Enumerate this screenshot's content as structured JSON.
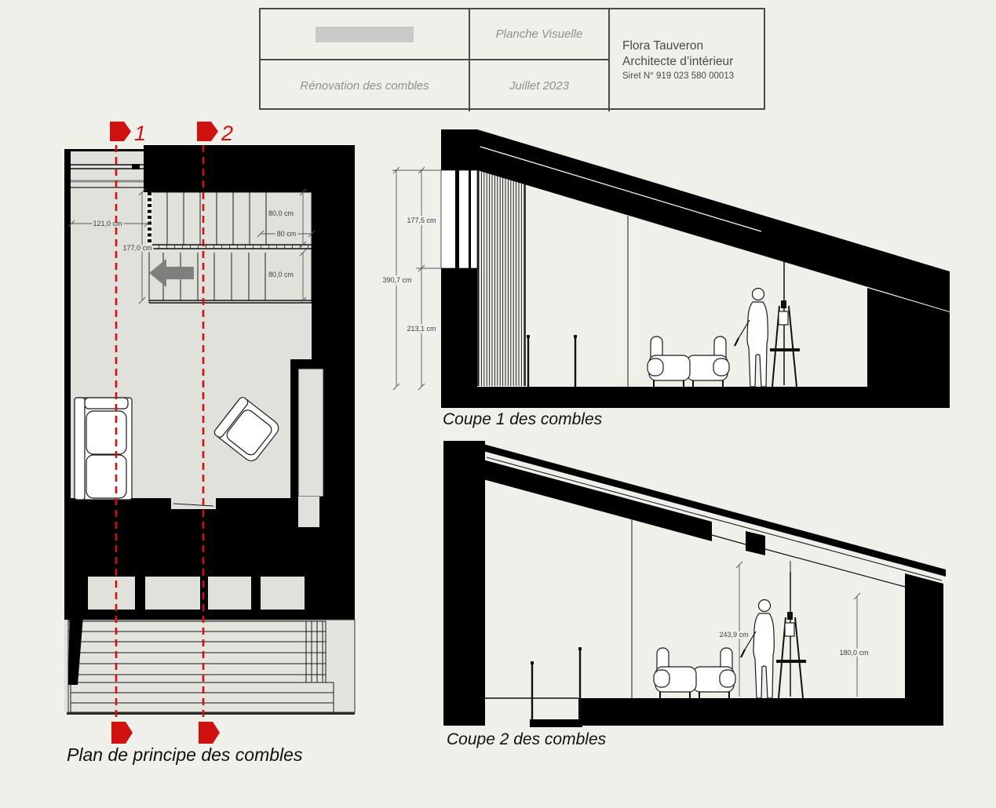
{
  "title_block": {
    "doc_type": "Planche Visuelle",
    "project_title": "Rénovation des combles",
    "date": "Juillet 2023",
    "architect_name": "Flora Tauveron",
    "architect_role": "Architecte d’intérieur",
    "siret": "Siret N° 919 023 580 00013"
  },
  "plan": {
    "caption": "Plan de principe des combles",
    "marker_1": "1",
    "marker_2": "2",
    "dim_closet_width": "121,0 cm",
    "dim_stair_length": "177,0 cm",
    "dim_stair_upper_flight": "80,0 cm",
    "dim_stair_landing": "80 cm",
    "dim_stair_lower_flight": "80,0 cm"
  },
  "coupe1": {
    "caption": "Coupe 1 des combles",
    "dim_total_height": "390,7 cm",
    "dim_upper_height": "177,5 cm",
    "dim_lower_height": "213,1 cm"
  },
  "coupe2": {
    "caption": "Coupe 2 des combles",
    "dim_ceiling_height": "243,9 cm",
    "dim_wall_height": "180,0 cm"
  },
  "colors": {
    "accent_red": "#cf1110",
    "ink": "#000000",
    "background": "#f0f0ea",
    "plan_fill": "#e1e1dc",
    "terrace_fill": "#e4e4df",
    "arrow_gray": "#7f7f7f",
    "dim_text": "#3c3c3c",
    "title_border": "#4a4a4a",
    "title_muted": "#8f8f8f",
    "title_dark": "#4a4a4a",
    "redacted": "#c9c9c9"
  }
}
